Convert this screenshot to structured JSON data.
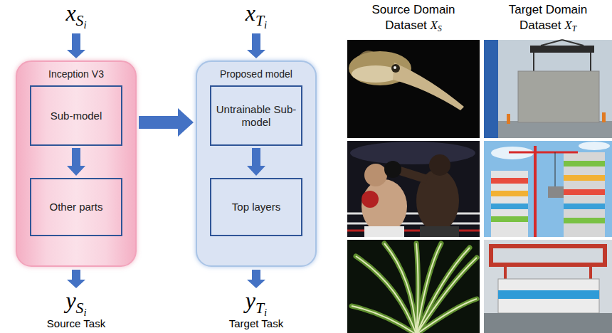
{
  "diagram": {
    "nodes": [
      {
        "text": [
          "Inception V3"
        ]
      },
      {
        "text": [
          "Sub-model"
        ],
        "in": 0
      },
      {
        "text": [
          "Other parts"
        ],
        "in": 0
      },
      {
        "text": [
          "Proposed model"
        ]
      },
      {
        "text": [
          "Untrainable Sub-model"
        ],
        "in": 3
      },
      {
        "text": [
          "Top layers"
        ],
        "in": 3
      }
    ],
    "edges": [
      {
        "from": 1,
        "to": 2,
        "arrow": "to"
      },
      {
        "from": 0,
        "to": 3,
        "arrow": "to"
      },
      {
        "from": 4,
        "to": 5,
        "arrow": "to"
      }
    ],
    "labels": [
      "xSi",
      "ySi",
      "Source Task",
      "xTi",
      "yTi",
      "Target Task",
      "Source Domain Dataset XS",
      "Target Domain Dataset XT"
    ]
  }
}
